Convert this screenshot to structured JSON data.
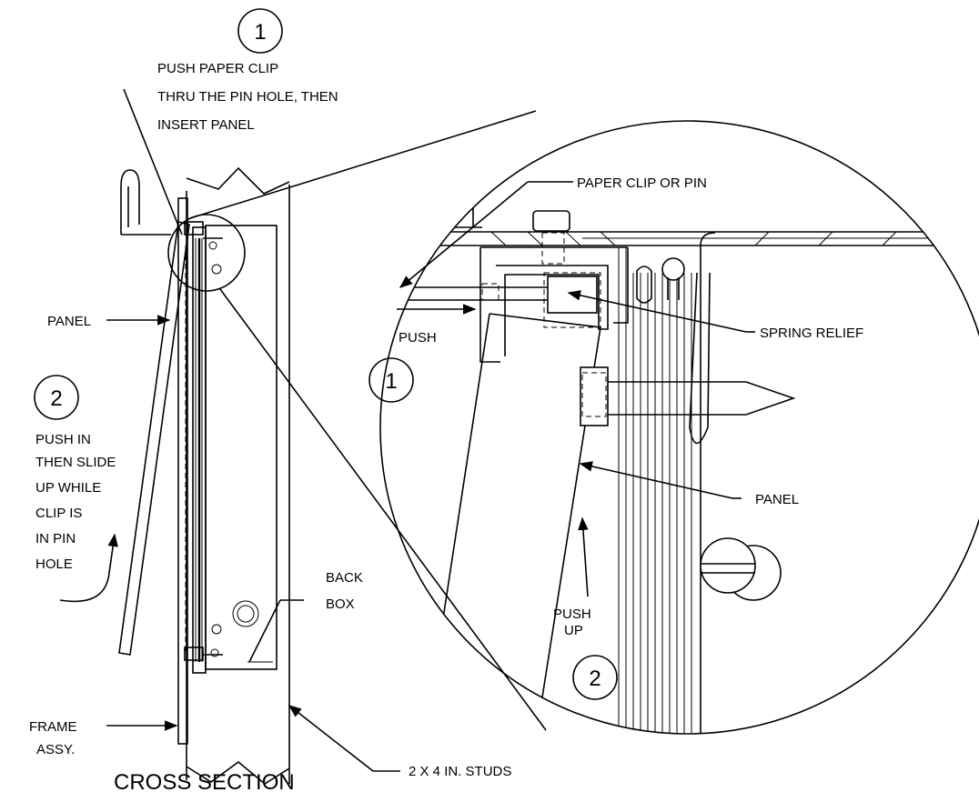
{
  "labels": {
    "instruction_1": [
      "PUSH PAPER CLIP",
      "THRU THE PIN HOLE, THEN",
      "INSERT PANEL"
    ],
    "panel_left": "PANEL",
    "instruction_2": [
      "PUSH IN",
      "THEN SLIDE",
      "UP WHILE",
      "CLIP IS",
      "IN PIN",
      "HOLE"
    ],
    "frame_assy": [
      "FRAME",
      "ASSY."
    ],
    "back_box": [
      "BACK",
      "BOX"
    ],
    "studs": "2 X 4 IN. STUDS",
    "cross_section": "CROSS SECTION",
    "paper_clip": "PAPER CLIP OR PIN",
    "push": "PUSH",
    "spring_relief": "SPRING RELIEF",
    "panel_detail": "PANEL",
    "push_up": [
      "PUSH",
      "UP"
    ]
  },
  "steps": {
    "one": "1",
    "two": "2"
  }
}
